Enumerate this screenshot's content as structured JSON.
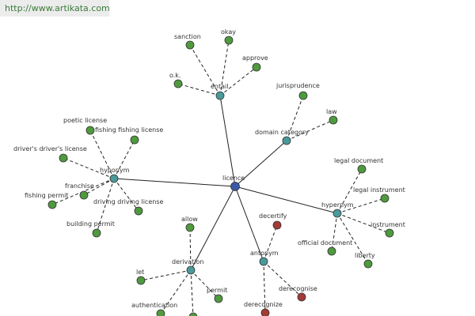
{
  "watermark": "http://www.artikata.com",
  "colors": {
    "center": "#3b5aa6",
    "category": "#4a9a9a",
    "leaf": "#4f9a3e",
    "antonym_leaf": "#a33a34"
  },
  "graph": {
    "center": {
      "label": "licence"
    },
    "categories": [
      {
        "label": "entail",
        "leaves": [
          "sanction",
          "okay",
          "approve",
          "o.k."
        ]
      },
      {
        "label": "domain category",
        "leaves": [
          "jurisprudence",
          "law"
        ]
      },
      {
        "label": "hypernym",
        "leaves": [
          "legal document",
          "legal instrument",
          "instrument",
          "liberty",
          "official document"
        ]
      },
      {
        "label": "antonym",
        "leaves": [
          "decertify",
          "derecognise",
          "derecognize"
        ],
        "leaf_color": "antonym_leaf"
      },
      {
        "label": "derivation",
        "leaves": [
          "allow",
          "let",
          "permit",
          "authentication",
          ""
        ]
      },
      {
        "label": "hyponym",
        "leaves": [
          "poetic license",
          "fishing fishing license",
          "driver's driver's license",
          "franchise",
          "fishing permit",
          "driving driving license",
          "building permit"
        ]
      }
    ]
  }
}
